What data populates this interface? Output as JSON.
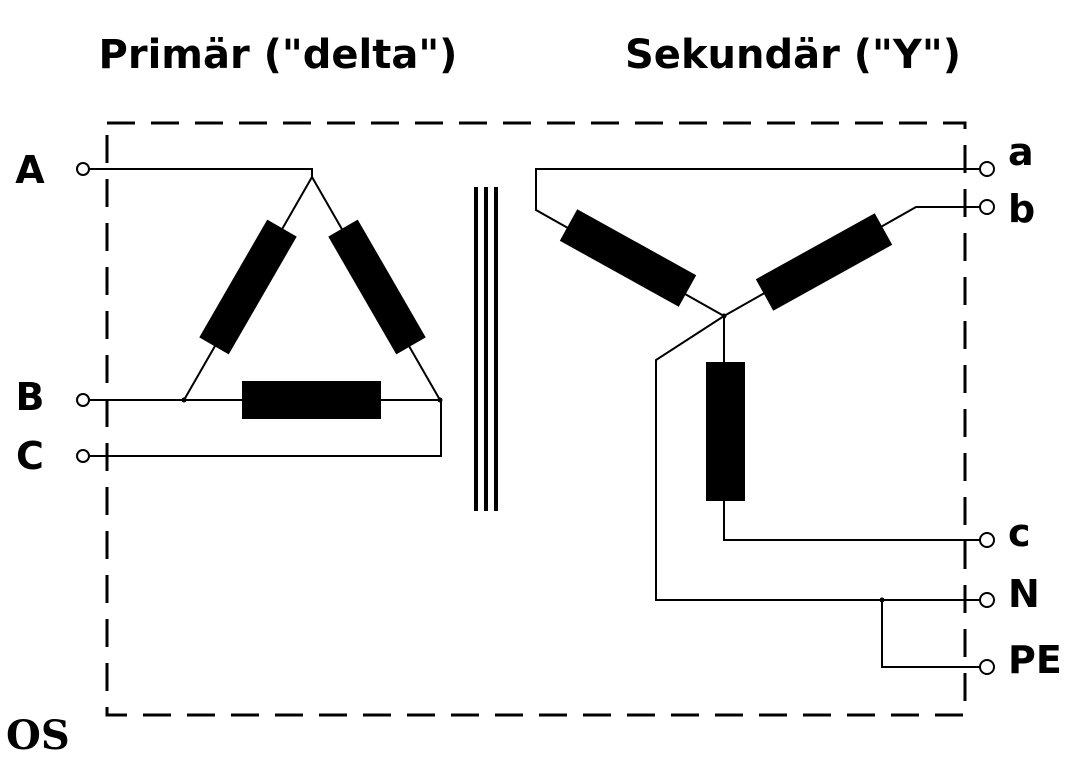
{
  "titles": {
    "primary": "Primär (\"delta\")",
    "secondary": "Sekundär (\"Y\")"
  },
  "primary_terminals": [
    "A",
    "B",
    "C"
  ],
  "secondary_terminals": [
    "a",
    "b",
    "c",
    "N",
    "PE"
  ],
  "signature": "OS"
}
